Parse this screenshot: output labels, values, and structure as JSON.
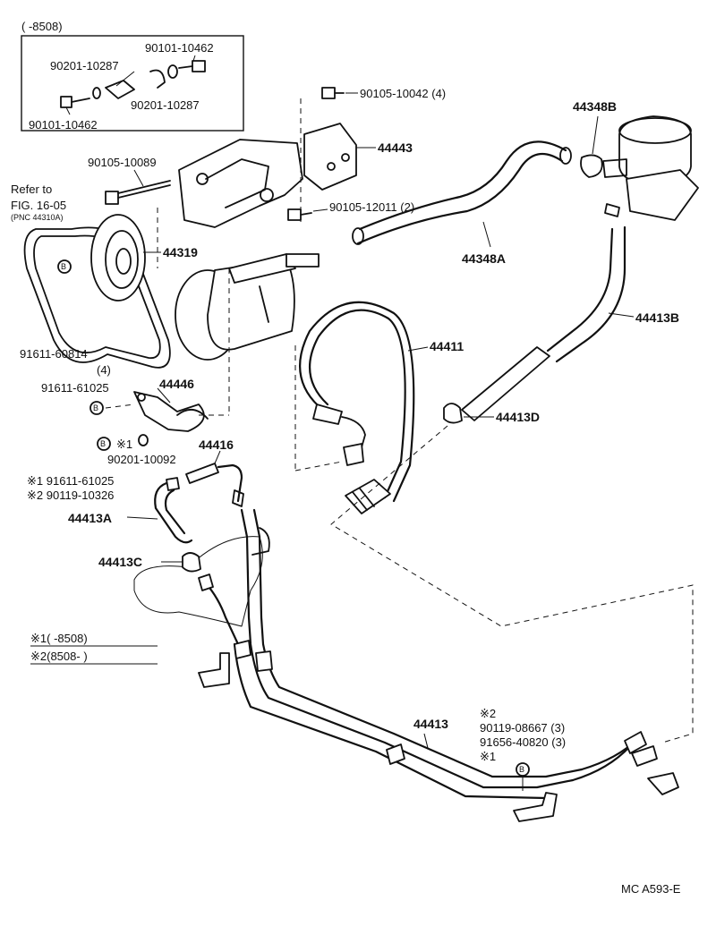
{
  "inset": {
    "range": "(      -8508)",
    "parts": [
      "90101-10462",
      "90201-10287",
      "90201-10287",
      "90101-10462"
    ]
  },
  "labels": {
    "p90105_10042": "90105-10042 (4)",
    "p44443": "44443",
    "p44348B": "44348B",
    "p90105_10089": "90105-10089",
    "refer_1": "Refer to",
    "refer_2": "FIG. 16-05",
    "refer_3": "(PNC 44310A)",
    "p90105_12011": "90105-12011 (2)",
    "p44319": "44319",
    "p44348A": "44348A",
    "p44413B": "44413B",
    "p91611_60814": "91611-60814",
    "qty4": "(4)",
    "p44411": "44411",
    "p91611_61025": "91611-61025",
    "p44446": "44446",
    "p44413D": "44413D",
    "note1": "※1",
    "p44416": "44416",
    "p90201_10092": "90201-10092",
    "note_a": "※1 91611-61025",
    "note_b": "※2 90119-10326",
    "p44413A": "44413A",
    "p44413C": "44413C",
    "legend_1": "※1(      -8508)",
    "legend_2": "※2(8508-       )",
    "p44413": "44413",
    "note2": "※2",
    "p90119_08667": "90119-08667 (3)",
    "p91656_40820": "91656-40820 (3)",
    "note1b": "※1",
    "code": "MC A593-E",
    "bolt_marker": "B"
  }
}
